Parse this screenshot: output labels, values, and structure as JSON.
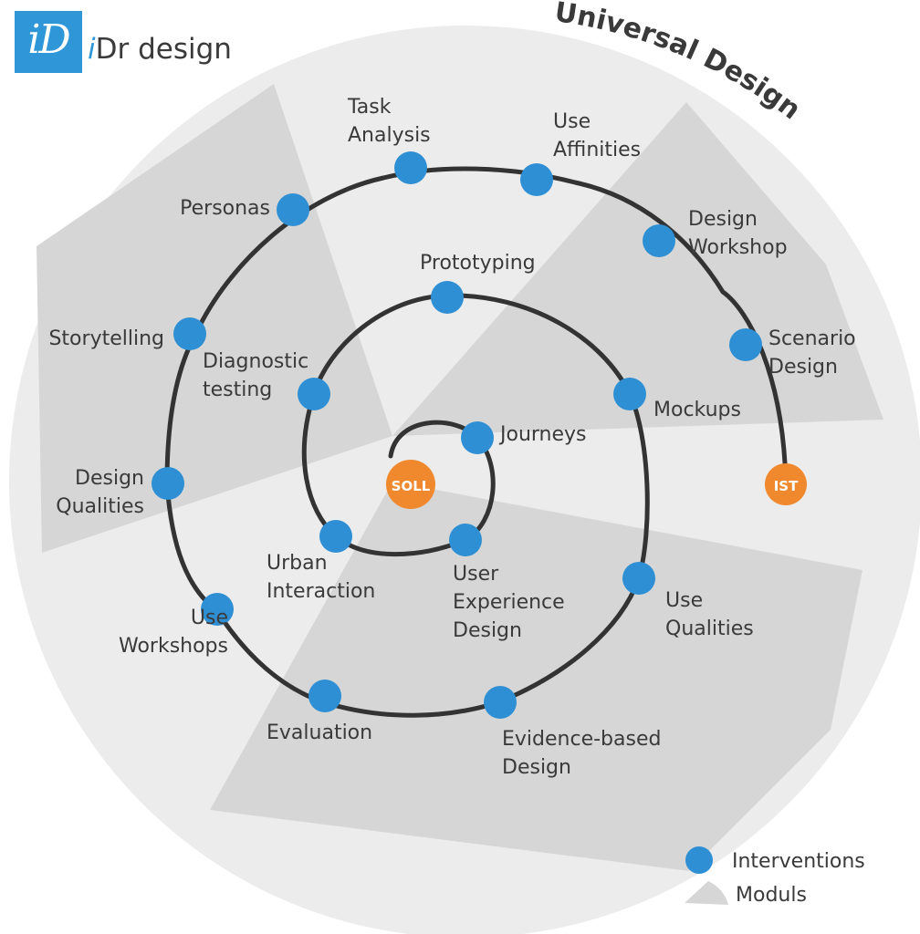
{
  "brand": {
    "logo_glyph": "iD",
    "name_accent": "i",
    "name_rest": "Dr design"
  },
  "title": "Universal Design",
  "start_node": "IST",
  "end_node": "SOLL",
  "interventions": [
    {
      "id": "scenario-design",
      "lines": [
        "Scenario",
        "Design"
      ]
    },
    {
      "id": "design-workshop",
      "lines": [
        "Design",
        "Workshop"
      ]
    },
    {
      "id": "use-affinities",
      "lines": [
        "Use",
        "Affinities"
      ]
    },
    {
      "id": "task-analysis",
      "lines": [
        "Task",
        "Analysis"
      ]
    },
    {
      "id": "personas",
      "lines": [
        "Personas"
      ]
    },
    {
      "id": "storytelling",
      "lines": [
        "Storytelling"
      ]
    },
    {
      "id": "design-qualities",
      "lines": [
        "Design",
        "Qualities"
      ]
    },
    {
      "id": "use-workshops",
      "lines": [
        "Use",
        "Workshops"
      ]
    },
    {
      "id": "evaluation",
      "lines": [
        "Evaluation"
      ]
    },
    {
      "id": "evidence-based-design",
      "lines": [
        "Evidence-based",
        "Design"
      ]
    },
    {
      "id": "use-qualities",
      "lines": [
        "Use",
        "Qualities"
      ]
    },
    {
      "id": "mockups",
      "lines": [
        "Mockups"
      ]
    },
    {
      "id": "prototyping",
      "lines": [
        "Prototyping"
      ]
    },
    {
      "id": "diagnostic-testing",
      "lines": [
        "Diagnostic",
        "testing"
      ]
    },
    {
      "id": "urban-interaction",
      "lines": [
        "Urban",
        "Interaction"
      ]
    },
    {
      "id": "user-experience-design",
      "lines": [
        "User",
        "Experience",
        "Design"
      ]
    },
    {
      "id": "journeys",
      "lines": [
        "Journeys"
      ]
    }
  ],
  "legend": {
    "interventions": "Interventions",
    "moduls": "Moduls"
  },
  "colors": {
    "outer_circle": "#ececec",
    "module_sector": "#d6d6d6",
    "spiral": "#333333",
    "intervention": "#2f8fd4",
    "endpoint": "#f0892e",
    "text": "#3a3a3a"
  }
}
